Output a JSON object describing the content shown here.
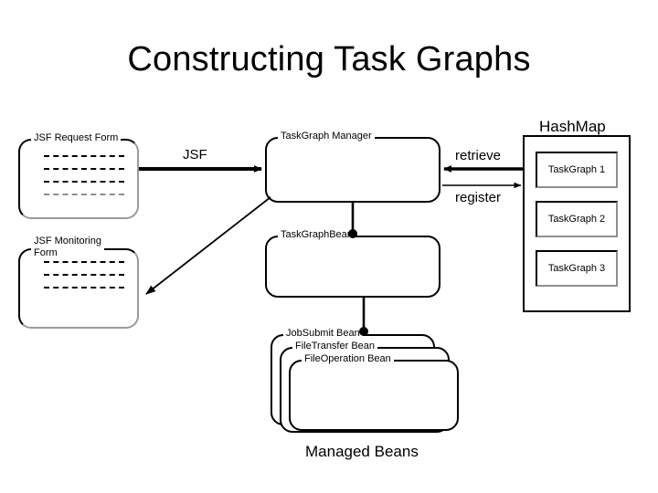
{
  "slide": {
    "title": "Constructing Task Graphs",
    "background_color": "#ffffff",
    "line_color": "#000000",
    "shadow_color": "#8f8f8f"
  },
  "boxes": {
    "jsf_request_form": {
      "label": "JSF Request Form",
      "dash_rows": 4
    },
    "jsf_monitoring_form": {
      "label": "JSF Monitoring\nForm",
      "dash_rows": 3
    },
    "taskgraph_manager": {
      "label": "TaskGraph Manager"
    },
    "taskgraph_bean": {
      "label": "TaskGraphBean"
    },
    "job_submit_bean": {
      "label": "JobSubmit Bean"
    },
    "file_transfer_bean": {
      "label": "FileTransfer Bean"
    },
    "file_operation_bean": {
      "label": "FileOperation Bean"
    }
  },
  "hashmap": {
    "title": "HashMap",
    "entries": [
      {
        "label": "TaskGraph 1"
      },
      {
        "label": "TaskGraph 2"
      },
      {
        "label": "TaskGraph 3"
      }
    ]
  },
  "edges": {
    "jsf": {
      "label": "JSF"
    },
    "retrieve": {
      "label": "retrieve"
    },
    "register": {
      "label": "register"
    },
    "monitoring_return": {
      "label": ""
    }
  },
  "captions": {
    "managed_beans": "Managed Beans"
  }
}
